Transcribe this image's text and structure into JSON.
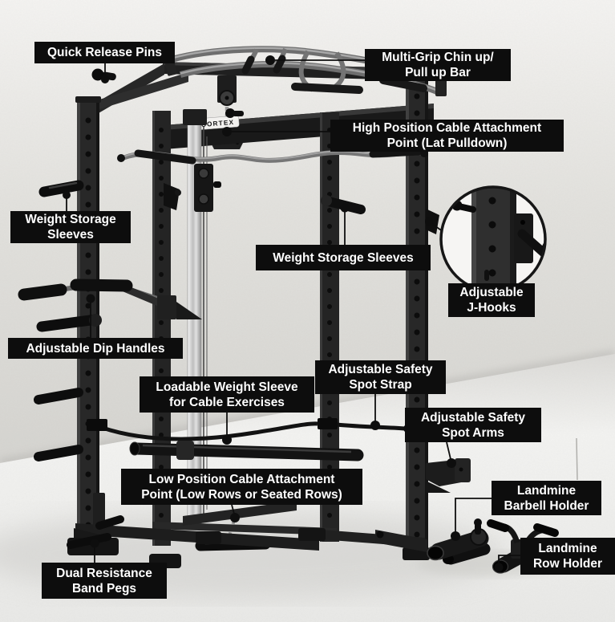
{
  "brand": {
    "logo_text": "CORTEX"
  },
  "callouts": {
    "quick_release_pins": "Quick Release Pins",
    "multi_grip_bar": "Multi-Grip Chin up/\nPull up Bar",
    "high_position_cable": "High Position Cable Attachment\nPoint (Lat Pulldown)",
    "weight_storage_left": "Weight Storage\nSleeves",
    "weight_storage_center": "Weight Storage Sleeves",
    "adjustable_j_hooks": "Adjustable\nJ-Hooks",
    "adjustable_dip_handles": "Adjustable Dip Handles",
    "loadable_weight_sleeve": "Loadable Weight Sleeve\nfor Cable Exercises",
    "safety_spot_strap": "Adjustable Safety\nSpot Strap",
    "safety_spot_arms": "Adjustable Safety\nSpot Arms",
    "low_position_cable": "Low Position Cable Attachment\nPoint (Low Rows or Seated Rows)",
    "landmine_barbell_holder": "Landmine\nBarbell Holder",
    "landmine_row_holder": "Landmine\nRow Holder",
    "dual_band_pegs": "Dual Resistance\nBand Pegs"
  },
  "colors": {
    "label_bg": "#0d0d0d",
    "label_text": "#ffffff",
    "steel_dark": "#1c1c1c",
    "wall": "#dddcd8",
    "floor": "#f2f2f0"
  }
}
